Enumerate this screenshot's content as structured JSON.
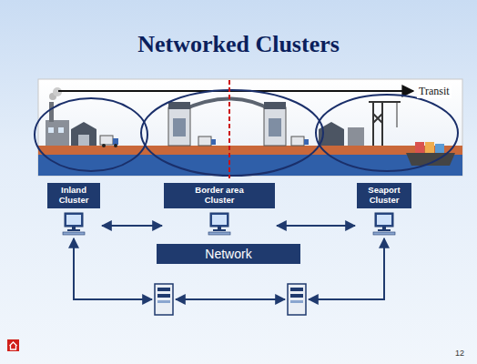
{
  "diagram": {
    "title": "Networked Clusters",
    "nodes": [
      {
        "text": [
          "Inland Cluster"
        ]
      },
      {
        "text": [
          "Border area Cluster"
        ]
      },
      {
        "text": [
          "Seaport Cluster"
        ]
      },
      {
        "text": [
          "Network"
        ]
      }
    ],
    "edges": [
      {
        "from": 0,
        "to": 1,
        "arrow": "both"
      },
      {
        "from": 1,
        "to": 2,
        "arrow": "both"
      }
    ],
    "labels": [
      "Transit",
      "12"
    ]
  }
}
